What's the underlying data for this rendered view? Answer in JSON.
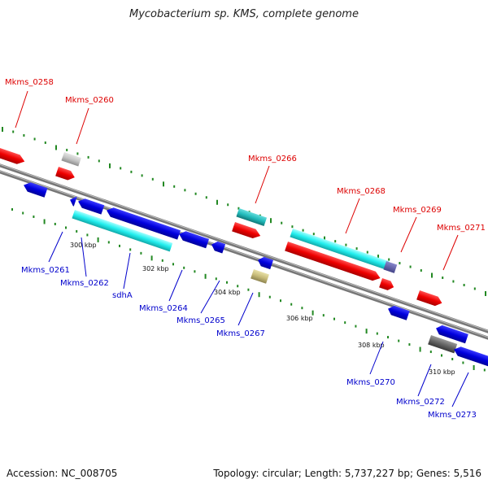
{
  "title": "Mycobacterium sp. KMS, complete genome",
  "footer": {
    "accession": "Accession: NC_008705",
    "summary": "Topology: circular; Length: 5,737,227 bp; Genes: 5,516"
  },
  "colors": {
    "backbone": "#888888",
    "forward_label": "#dd0000",
    "reverse_label": "#0000cc",
    "tick": "#228822"
  },
  "scale_ticks": [
    {
      "label": "300 kbp",
      "kbp": 300
    },
    {
      "label": "302 kbp",
      "kbp": 302
    },
    {
      "label": "304 kbp",
      "kbp": 304
    },
    {
      "label": "306 kbp",
      "kbp": 306
    },
    {
      "label": "308 kbp",
      "kbp": 308
    },
    {
      "label": "310 kbp",
      "kbp": 310
    }
  ],
  "gene_labels": [
    {
      "name": "Mkms_0258",
      "strand": "forward"
    },
    {
      "name": "Mkms_0260",
      "strand": "forward"
    },
    {
      "name": "Mkms_0266",
      "strand": "forward"
    },
    {
      "name": "Mkms_0268",
      "strand": "forward"
    },
    {
      "name": "Mkms_0269",
      "strand": "forward"
    },
    {
      "name": "Mkms_0271",
      "strand": "forward"
    },
    {
      "name": "Mkms_0261",
      "strand": "reverse"
    },
    {
      "name": "Mkms_0262",
      "strand": "reverse"
    },
    {
      "name": "sdhA",
      "strand": "reverse"
    },
    {
      "name": "Mkms_0264",
      "strand": "reverse"
    },
    {
      "name": "Mkms_0265",
      "strand": "reverse"
    },
    {
      "name": "Mkms_0267",
      "strand": "reverse"
    },
    {
      "name": "Mkms_0270",
      "strand": "reverse"
    },
    {
      "name": "Mkms_0272",
      "strand": "reverse"
    },
    {
      "name": "Mkms_0273",
      "strand": "reverse"
    }
  ]
}
